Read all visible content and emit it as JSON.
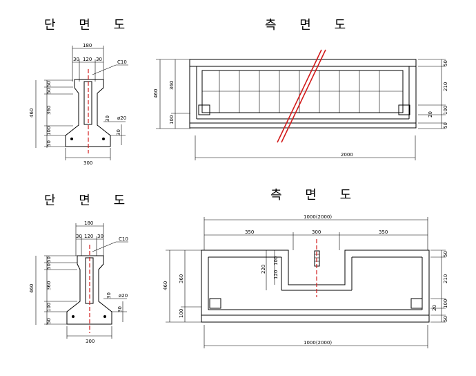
{
  "titles": {
    "section_top": "단 면 도",
    "side_top": "측 면 도",
    "section_bottom": "단 면 도",
    "side_bottom": "측 면 도"
  },
  "section": {
    "width_top": "180",
    "w_left": "30",
    "w_mid": "120",
    "w_right": "30",
    "rebar_label": "C10",
    "h_total": "460",
    "h_50a": "50",
    "h_50b": "50",
    "h_360": "360",
    "h_100": "100",
    "h_50c": "50",
    "bar_label": "ø20",
    "side_30a": "30",
    "side_30b": "30",
    "base_width": "300"
  },
  "side_top": {
    "h_460": "460",
    "h_360": "360",
    "h_100": "100",
    "r_50a": "50",
    "r_210": "210",
    "r_20": "20",
    "r_100": "100",
    "r_50b": "50",
    "length": "2000"
  },
  "side_bottom": {
    "top_total": "1000(2000)",
    "seg_350a": "350",
    "seg_300": "300",
    "seg_350b": "350",
    "h_460": "460",
    "h_360": "360",
    "h_100": "100",
    "h_220": "220",
    "h_100b": "100",
    "h_120": "120",
    "r_50a": "50",
    "r_210": "210",
    "r_20": "20",
    "r_100": "100",
    "r_50b": "50",
    "bottom_total": "1000(2000)"
  }
}
